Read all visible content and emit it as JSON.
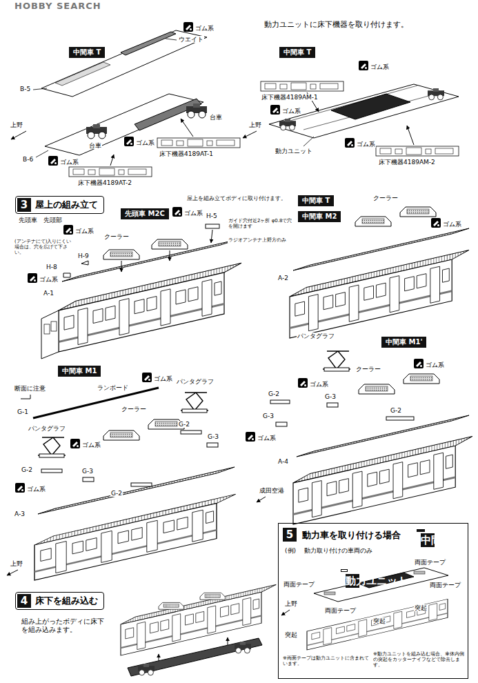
{
  "diagram": {
    "nodes": [
      {
        "text": [
          "中間車 T"
        ]
      },
      {
        "text": [
          "中間車 T"
        ]
      },
      {
        "text": [
          "3",
          "屋上の組み立て"
        ]
      },
      {
        "text": [
          "先頭車 M2C"
        ]
      },
      {
        "text": [
          "中間車 T"
        ]
      },
      {
        "text": [
          "中間車 M2"
        ]
      },
      {
        "text": [
          "中間車 M1'"
        ]
      },
      {
        "text": [
          "中間車 M1"
        ]
      },
      {
        "text": [
          "4",
          "床下を組み込む"
        ]
      },
      {
        "text": [
          "5",
          "動力車を取り付ける場合"
        ]
      },
      {
        "text": [
          "中間車 T"
        ],
        "in": 9
      },
      {
        "text": [
          "動力ユニット"
        ],
        "in": 9
      }
    ],
    "labels": [
      "HOBBY SEARCH",
      "ゴム系",
      "ウエイト",
      "B-5",
      "B-6",
      "台車",
      "ゴム系",
      "床下機器4189AT-1",
      "台車",
      "ゴム系",
      "床下機器4189AT-2",
      "上野",
      "動力ユニットに床下機器を取り付けます。",
      "ゴム系",
      "床下機器4189AM-1",
      "ゴム系",
      "上野",
      "ゴム系",
      "動力ユニット",
      "床下機器4189AM-2",
      "先頭車",
      "屋上を組み立てボディに取り付けます。",
      "ゴム系",
      "H-5",
      "クーラー",
      "ガイド穴付近2ヶ所 φ0.8で穴を開けます",
      "ラジオアンテナ上野方のみ",
      "ゴム系",
      "H-9",
      "(アンテナにて)入りにくい場合は、穴を広げて下さい。",
      "H-8",
      "ゴム系",
      "A-1",
      "先頭部",
      "クーラー",
      "ゴム系",
      "A-2",
      "パンタグラフ",
      "クーラー",
      "ゴム系",
      "ゴム系",
      "G-2",
      "G-3",
      "G-3",
      "ゴム系",
      "G-2",
      "A-4",
      "成田空港",
      "断面に注意",
      "ランボード",
      "ゴム系",
      "パンタグラフ",
      "G-1",
      "パンタグラフ",
      "ゴム系",
      "クーラー",
      "G-2",
      "G-3",
      "G-2",
      "G-3",
      "ゴム系",
      "G-2",
      "A-3",
      "上野",
      "組み上がったボディに床下を組み込みます。",
      "(例)",
      "動力取り付けの車両のみ",
      "両面テープ",
      "両面テープ",
      "両面テープ",
      "突起",
      "両面テープ",
      "突起",
      "上野",
      "突起",
      "※両面テープは動力ユニットに含まれています。",
      "※動力ユニットを組み込む場合、車体内側の突起をカッターナイフなどで除去します。"
    ]
  }
}
